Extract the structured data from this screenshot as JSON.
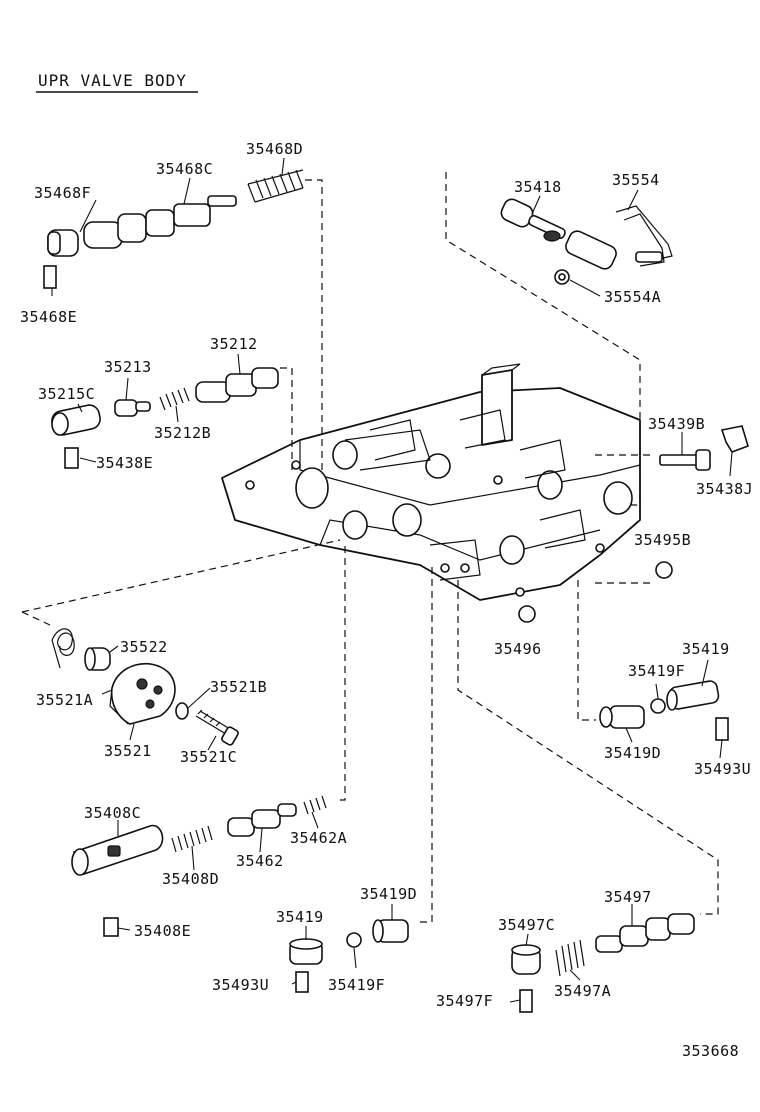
{
  "title": "UPR VALVE BODY",
  "diagram_id": "353668",
  "labels": {
    "p35468F": "35468F",
    "p35468C": "35468C",
    "p35468D": "35468D",
    "p35468E": "35468E",
    "p35215C": "35215C",
    "p35213": "35213",
    "p35212": "35212",
    "p35212B": "35212B",
    "p35438E": "35438E",
    "p35418": "35418",
    "p35554": "35554",
    "p35554A": "35554A",
    "p35439B": "35439B",
    "p35438J": "35438J",
    "p35495B": "35495B",
    "p35496": "35496",
    "p35522": "35522",
    "p35521A": "35521A",
    "p35521B": "35521B",
    "p35521": "35521",
    "p35521C": "35521C",
    "p35419_r": "35419",
    "p35419F_r": "35419F",
    "p35419D_r": "35419D",
    "p35493U_r": "35493U",
    "p35408C": "35408C",
    "p35462A": "35462A",
    "p35462": "35462",
    "p35408D": "35408D",
    "p35408E": "35408E",
    "p35419_b": "35419",
    "p35419D_b": "35419D",
    "p35493U_b": "35493U",
    "p35419F_b": "35419F",
    "p35497C": "35497C",
    "p35497": "35497",
    "p35497A": "35497A",
    "p35497F": "35497F"
  }
}
